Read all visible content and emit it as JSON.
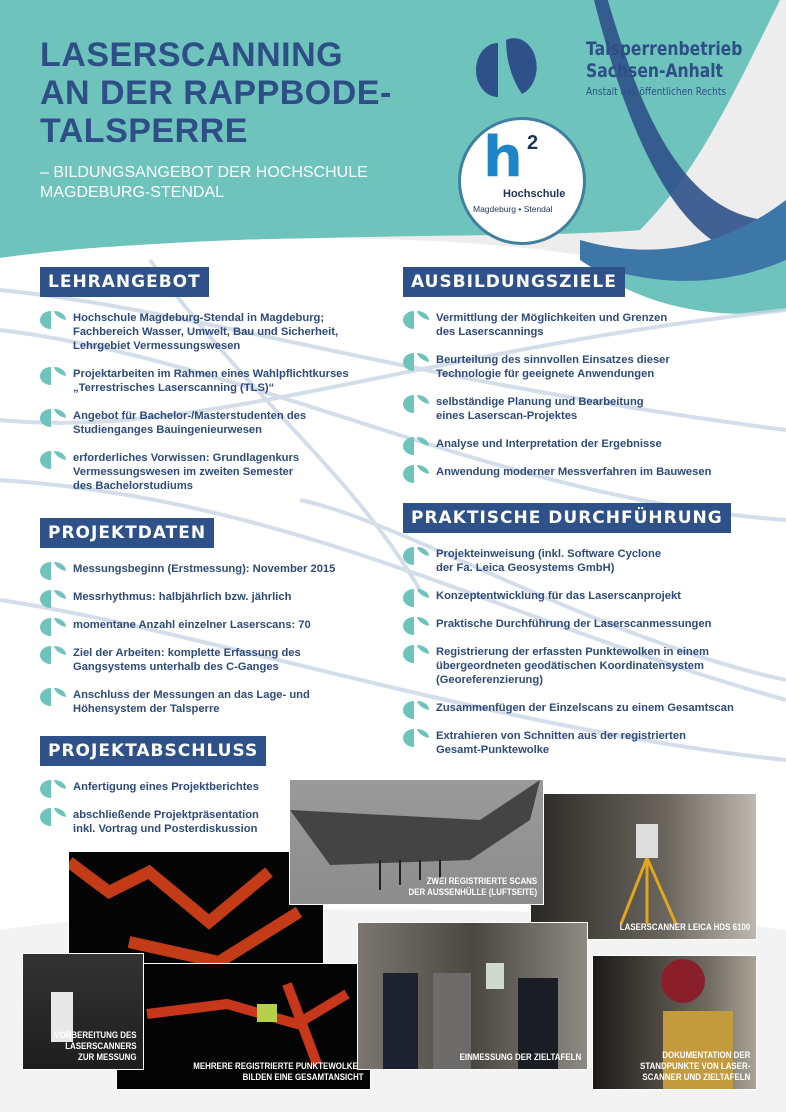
{
  "header": {
    "title_lines": [
      "LASERSCANNING",
      "AN DER RAPPBODE-",
      "TALSPERRE"
    ],
    "subtitle_lines": [
      "– BILDUNGSANGEBOT DER HOCHSCHULE",
      "MAGDEBURG-STENDAL"
    ]
  },
  "org_logo": {
    "name_lines": [
      "Talsperrenbetrieb",
      "Sachsen-Anhalt"
    ],
    "tagline": "Anstalt des öffentlichen Rechts"
  },
  "hs_logo": {
    "letter": "h",
    "sup": "2",
    "name": "Hochschule",
    "sub": "Magdeburg • Stendal"
  },
  "colors": {
    "teal": "#6ec3bd",
    "navy": "#2e5189",
    "gray": "#ededee"
  },
  "sections": {
    "lehrangebot": {
      "title": "LEHRANGEBOT",
      "items": [
        [
          "Hochschule Magdeburg-Stendal in Magdeburg;",
          "Fachbereich Wasser, Umwelt, Bau und Sicherheit,",
          "Lehrgebiet Vermessungswesen"
        ],
        [
          "Projektarbeiten im Rahmen eines Wahlpflichtkurses",
          "„Terrestrisches Laserscanning (TLS)“"
        ],
        [
          "Angebot für Bachelor-/Masterstudenten des",
          "Studienganges Bauingenieurwesen"
        ],
        [
          "erforderliches Vorwissen: Grundlagenkurs",
          "Vermessungswesen im zweiten Semester",
          "des Bachelorstudiums"
        ]
      ]
    },
    "projektdaten": {
      "title": "PROJEKTDATEN",
      "items": [
        [
          "Messungsbeginn (Erstmessung): November 2015"
        ],
        [
          "Messrhythmus: halbjährlich bzw. jährlich"
        ],
        [
          "momentane Anzahl einzelner Laserscans: 70"
        ],
        [
          "Ziel der Arbeiten: komplette Erfassung des",
          "Gangsystems unterhalb des C-Ganges"
        ],
        [
          "Anschluss der Messungen an das Lage- und",
          "Höhensystem der Talsperre"
        ]
      ]
    },
    "projektabschluss": {
      "title": "PROJEKTABSCHLUSS",
      "items": [
        [
          "Anfertigung eines Projektberichtes"
        ],
        [
          "abschließende Projektpräsentation",
          "inkl. Vortrag und Posterdiskussion"
        ]
      ]
    },
    "ausbildungsziele": {
      "title": "AUSBILDUNGSZIELE",
      "items": [
        [
          "Vermittlung der Möglichkeiten und Grenzen",
          "des Laserscannings"
        ],
        [
          "Beurteilung des sinnvollen Einsatzes dieser",
          "Technologie für geeignete Anwendungen"
        ],
        [
          "selbständige Planung und Bearbeitung",
          "eines Laserscan-Projektes"
        ],
        [
          "Analyse und Interpretation der Ergebnisse"
        ],
        [
          "Anwendung moderner Messverfahren im Bauwesen"
        ]
      ]
    },
    "durchfuehrung": {
      "title": "PRAKTISCHE DURCHFÜHRUNG",
      "items": [
        [
          "Projekteinweisung (inkl. Software Cyclone",
          "der Fa. Leica Geosystems GmbH)"
        ],
        [
          "Konzeptentwicklung für das Laserscanprojekt"
        ],
        [
          "Praktische Durchführung der Laserscanmessungen"
        ],
        [
          "Registrierung der erfassten Punktewolken in einem",
          "übergeordneten geodätischen Koordinatensystem",
          "(Georeferenzierung)"
        ],
        [
          "Zusammenfügen der Einzelscans zu einem Gesamtscan"
        ],
        [
          "Extrahieren von Schnitten aus der registrierten",
          "Gesamt-Punktewolke"
        ]
      ]
    }
  },
  "photos": {
    "dam": [
      "ZWEI REGISTRIERTE SCANS",
      "DER AUSSENHÜLLE (LUFTSEITE)"
    ],
    "leica": [
      "LASERSCANNER LEICA HDS 6100"
    ],
    "einmessung": [
      "EINMESSUNG DER ZIELTAFELN"
    ],
    "vorbereitung": [
      "VORBEREITUNG DES",
      "LASERSCANNERS",
      "ZUR MESSUNG"
    ],
    "mehrere": [
      "MEHRERE REGISTRIERTE PUNKTEWOLKEN",
      "BILDEN EINE GESAMTANSICHT"
    ],
    "dokumentation": [
      "DOKUMENTATION DER",
      "STANDPUNKTE VON LASER-",
      "SCANNER UND ZIELTAFELN"
    ]
  }
}
